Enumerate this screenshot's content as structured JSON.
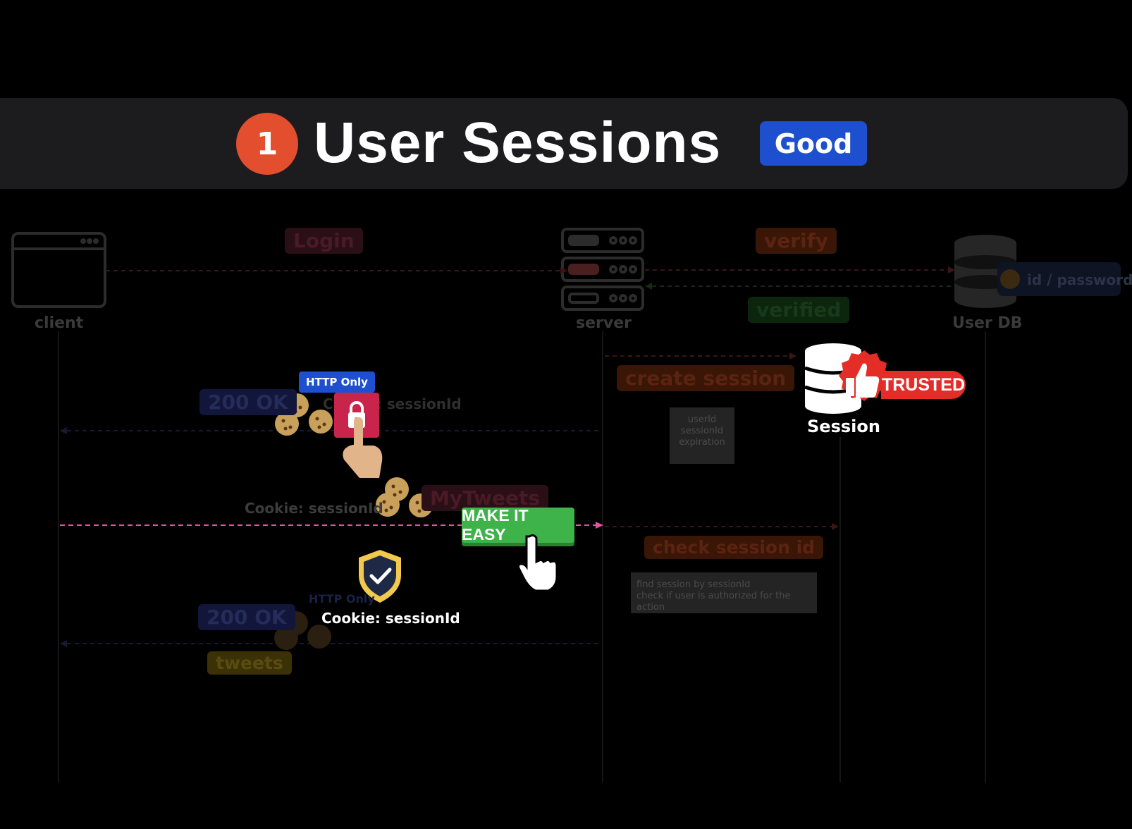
{
  "header": {
    "step_number": "1",
    "title": "User Sessions",
    "badge": "Good"
  },
  "actors": {
    "client": "client",
    "server": "server",
    "user_db": "User DB"
  },
  "tags": {
    "login": "Login",
    "verify": "verify",
    "verified": "verified",
    "id_password": "id / password",
    "create_session": "create session",
    "ok_1": "200 OK",
    "cookie_session_top": "Cookie: sessionId",
    "http_only_top": "HTTP Only",
    "cookie_session_mid": "Cookie: sessionId",
    "my_tweets": "MyTweets",
    "make_it_easy": "MAKE IT EASY",
    "check_session_id": "check session id",
    "http_only_bottom": "HTTP Only",
    "cookie_session_bottom": "Cookie: sessionId",
    "ok_2": "200 OK",
    "tweets": "tweets",
    "session": "Session",
    "trusted": "TRUSTED"
  },
  "notes": {
    "session_record": [
      "userId",
      "sessionId",
      "expiration"
    ],
    "check_steps": [
      "find session by sessionId",
      "check if user is authorized for the action"
    ]
  },
  "colors": {
    "accent_red": "#e24e2e",
    "badge_blue": "#1e4fcf",
    "make_easy_green": "#3eb34a",
    "request_arrow_pink": "#e0559b"
  },
  "icons": [
    "browser-window-icon",
    "server-rack-icon",
    "database-icon",
    "cookie-icon",
    "lock-icon",
    "pointing-hand-icon",
    "shield-check-icon",
    "cursor-hand-icon",
    "thumbs-up-icon"
  ]
}
